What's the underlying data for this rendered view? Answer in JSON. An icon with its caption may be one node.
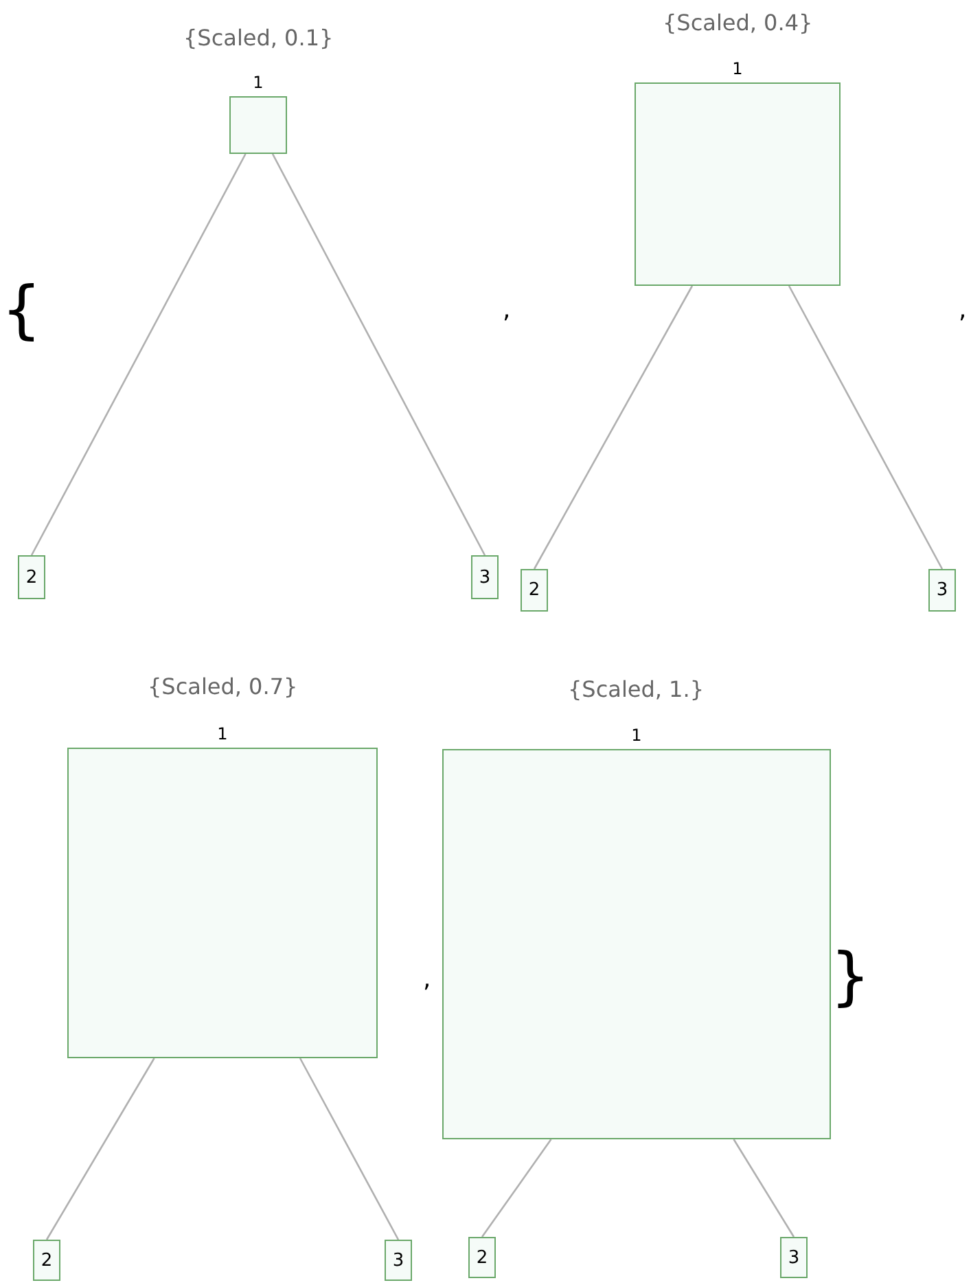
{
  "diagram": {
    "nodes": [
      {
        "text": [
          "1"
        ]
      },
      {
        "text": [
          "2"
        ]
      },
      {
        "text": [
          "3"
        ]
      },
      {
        "text": [
          "1"
        ]
      },
      {
        "text": [
          "2"
        ]
      },
      {
        "text": [
          "3"
        ]
      },
      {
        "text": [
          "1"
        ]
      },
      {
        "text": [
          "2"
        ]
      },
      {
        "text": [
          "3"
        ]
      },
      {
        "text": [
          "1"
        ]
      },
      {
        "text": [
          "2"
        ]
      },
      {
        "text": [
          "3"
        ]
      }
    ],
    "edges": [
      {
        "from": 0,
        "to": 1,
        "arrow": "none"
      },
      {
        "from": 0,
        "to": 2,
        "arrow": "none"
      },
      {
        "from": 3,
        "to": 4,
        "arrow": "none"
      },
      {
        "from": 3,
        "to": 5,
        "arrow": "none"
      },
      {
        "from": 6,
        "to": 7,
        "arrow": "none"
      },
      {
        "from": 6,
        "to": 8,
        "arrow": "none"
      },
      {
        "from": 9,
        "to": 10,
        "arrow": "none"
      },
      {
        "from": 9,
        "to": 11,
        "arrow": "none"
      }
    ],
    "labels": [
      "{Scaled, 0.1}",
      "{Scaled, 0.4}",
      "{",
      ",",
      ",",
      "{Scaled, 0.7}",
      "{Scaled, 1.}",
      ",",
      "}"
    ]
  }
}
